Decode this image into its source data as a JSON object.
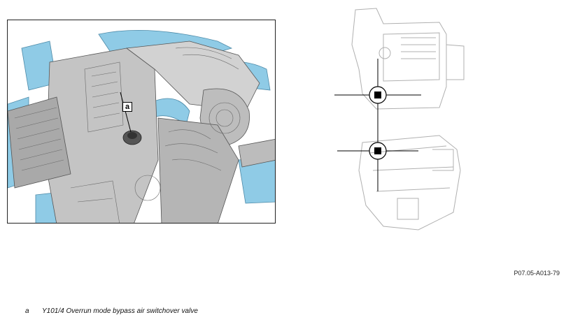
{
  "figure": {
    "callout": "a",
    "reference": "P07.05-A013-79"
  },
  "legend": {
    "items": [
      {
        "key": "a",
        "text": "Y101/4 Overrun mode bypass air switchover valve"
      }
    ]
  },
  "colors": {
    "highlight_blue": "#8fcbe6",
    "engine_grey": "#b9b9b9",
    "line_grey": "#b0b0b0",
    "marker": "#000000"
  }
}
